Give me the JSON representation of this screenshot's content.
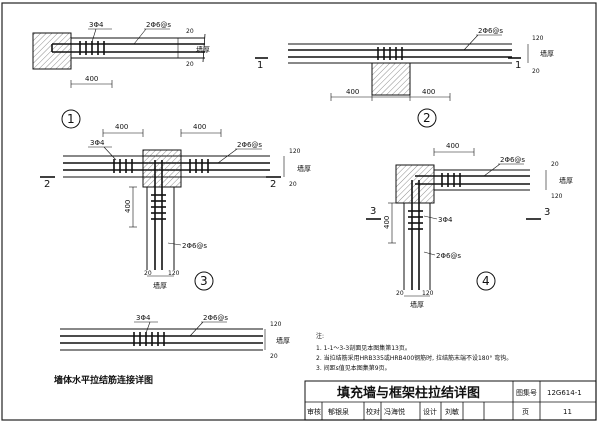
{
  "drawing": {
    "rebar_main": "2Φ6@s",
    "rebar_anchor": "3Φ4",
    "dim_400": "400",
    "dim_20": "20",
    "dim_120": "120",
    "wall_thickness": "墙厚",
    "section_1": "1",
    "section_2": "2",
    "section_3": "3"
  },
  "details": [
    {
      "number": "1"
    },
    {
      "number": "2"
    },
    {
      "number": "3"
    },
    {
      "number": "4"
    }
  ],
  "notes": {
    "heading": "注:",
    "lines": [
      "1. 1-1～3-3剖面见本图集第13页。",
      "2. 当拉结筋采用HRB335或HRB400钢筋时, 拉结筋末端不设180° 弯钩。",
      "3. 间距s值见本图集第9页。"
    ]
  },
  "caption_lap": "墙体水平拉结筋连接详图",
  "title_block": {
    "title": "填充墙与框架柱拉结详图",
    "atlas_label": "图集号",
    "atlas_no": "12G614-1",
    "review_label": "审核",
    "review_name": "郁银泉",
    "proof_label": "校对",
    "proof_name": "冯海悦",
    "design_label": "设计",
    "design_name": "刘敏",
    "page_label": "页",
    "page_no": "11"
  }
}
